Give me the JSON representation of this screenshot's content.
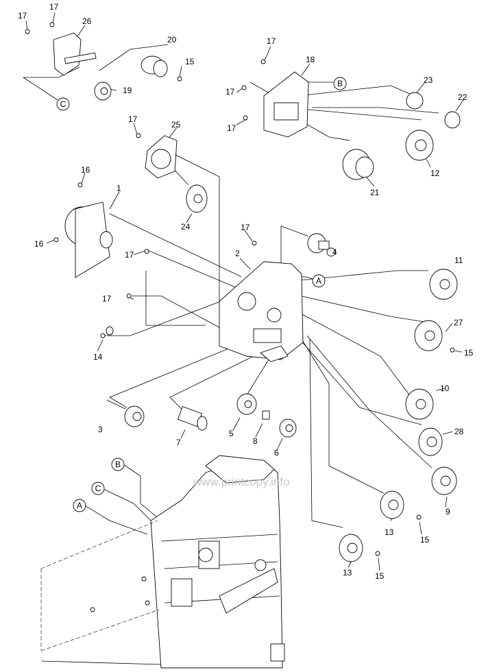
{
  "watermark": "www.printcopy.info",
  "callouts": {
    "c1": "1",
    "c2": "2",
    "c3": "3",
    "c4": "4",
    "c5": "5",
    "c6": "6",
    "c7": "7",
    "c8": "8",
    "c9": "9",
    "c10": "10",
    "c11": "11",
    "c12": "12",
    "c13": "13",
    "c14": "14",
    "c15": "15",
    "c16": "16",
    "c17": "17",
    "c18": "18",
    "c19": "19",
    "c20": "20",
    "c21": "21",
    "c22": "22",
    "c23": "23",
    "c24": "24",
    "c25": "25",
    "c26": "26",
    "c27": "27",
    "c28": "28"
  },
  "refs": {
    "A": "A",
    "B": "B",
    "C": "C"
  }
}
